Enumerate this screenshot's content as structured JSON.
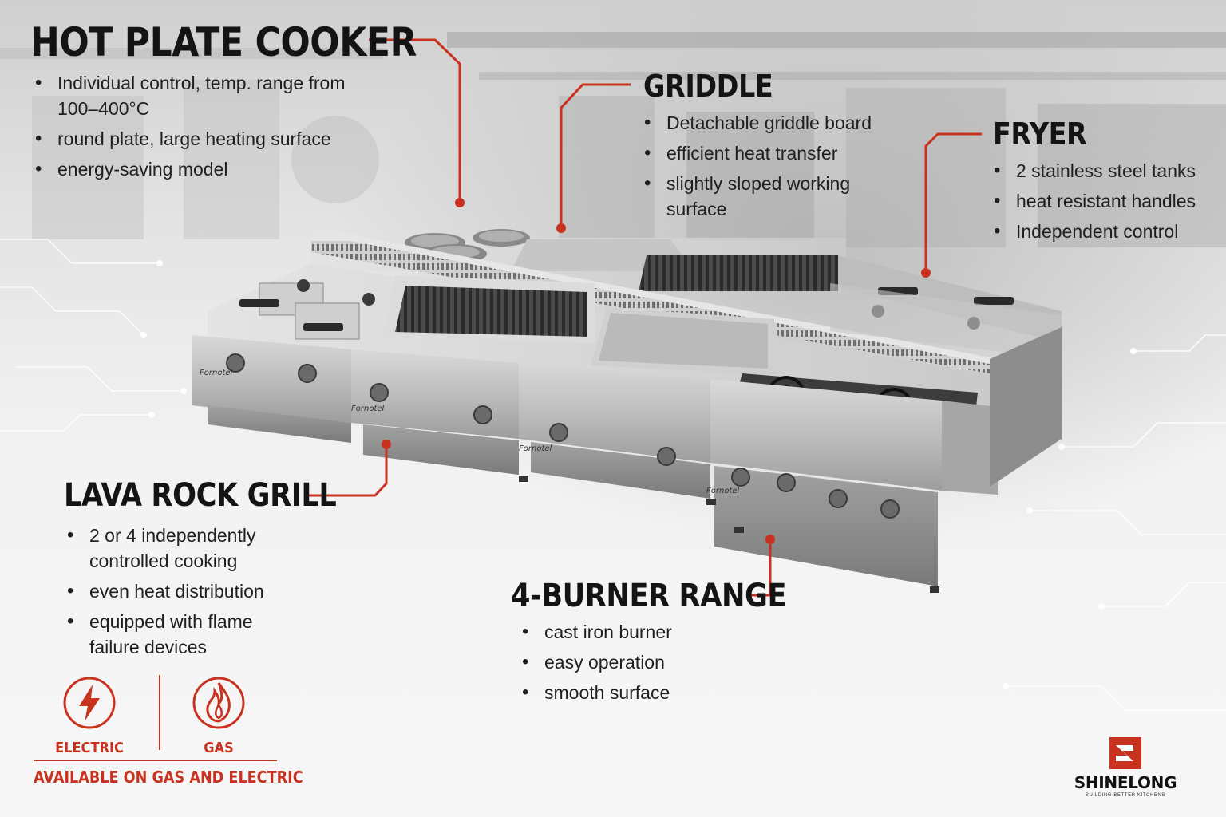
{
  "sections": {
    "hot_plate": {
      "title": "HOT PLATE COOKER",
      "bullets": [
        "Individual control, temp. range from 100–400°C",
        "round plate, large heating surface",
        "energy-saving model"
      ]
    },
    "griddle": {
      "title": "GRIDDLE",
      "bullets": [
        "Detachable griddle board",
        "efficient heat transfer",
        "slightly sloped working surface"
      ]
    },
    "fryer": {
      "title": "FRYER",
      "bullets": [
        "2 stainless steel tanks",
        "heat resistant handles",
        "Independent control"
      ]
    },
    "lava_rock": {
      "title": "LAVA ROCK GRILL",
      "bullets": [
        "2 or 4 independently controlled cooking",
        "even heat distribution",
        "equipped with flame failure devices"
      ]
    },
    "burner_range": {
      "title": "4-BURNER RANGE",
      "bullets": [
        "cast iron burner",
        "easy operation",
        "smooth surface"
      ]
    }
  },
  "power": {
    "electric_label": "ELECTRIC",
    "gas_label": "GAS",
    "available_text": "AVAILABLE ON GAS AND ELECTRIC"
  },
  "brand": {
    "name": "SHINELONG",
    "tagline": "BUILDING BETTER KITCHENS"
  },
  "equipment": {
    "badge_text": "Fornotel"
  },
  "colors": {
    "accent": "#c8321f",
    "text": "#141414",
    "steel": "#b9b9b9"
  }
}
